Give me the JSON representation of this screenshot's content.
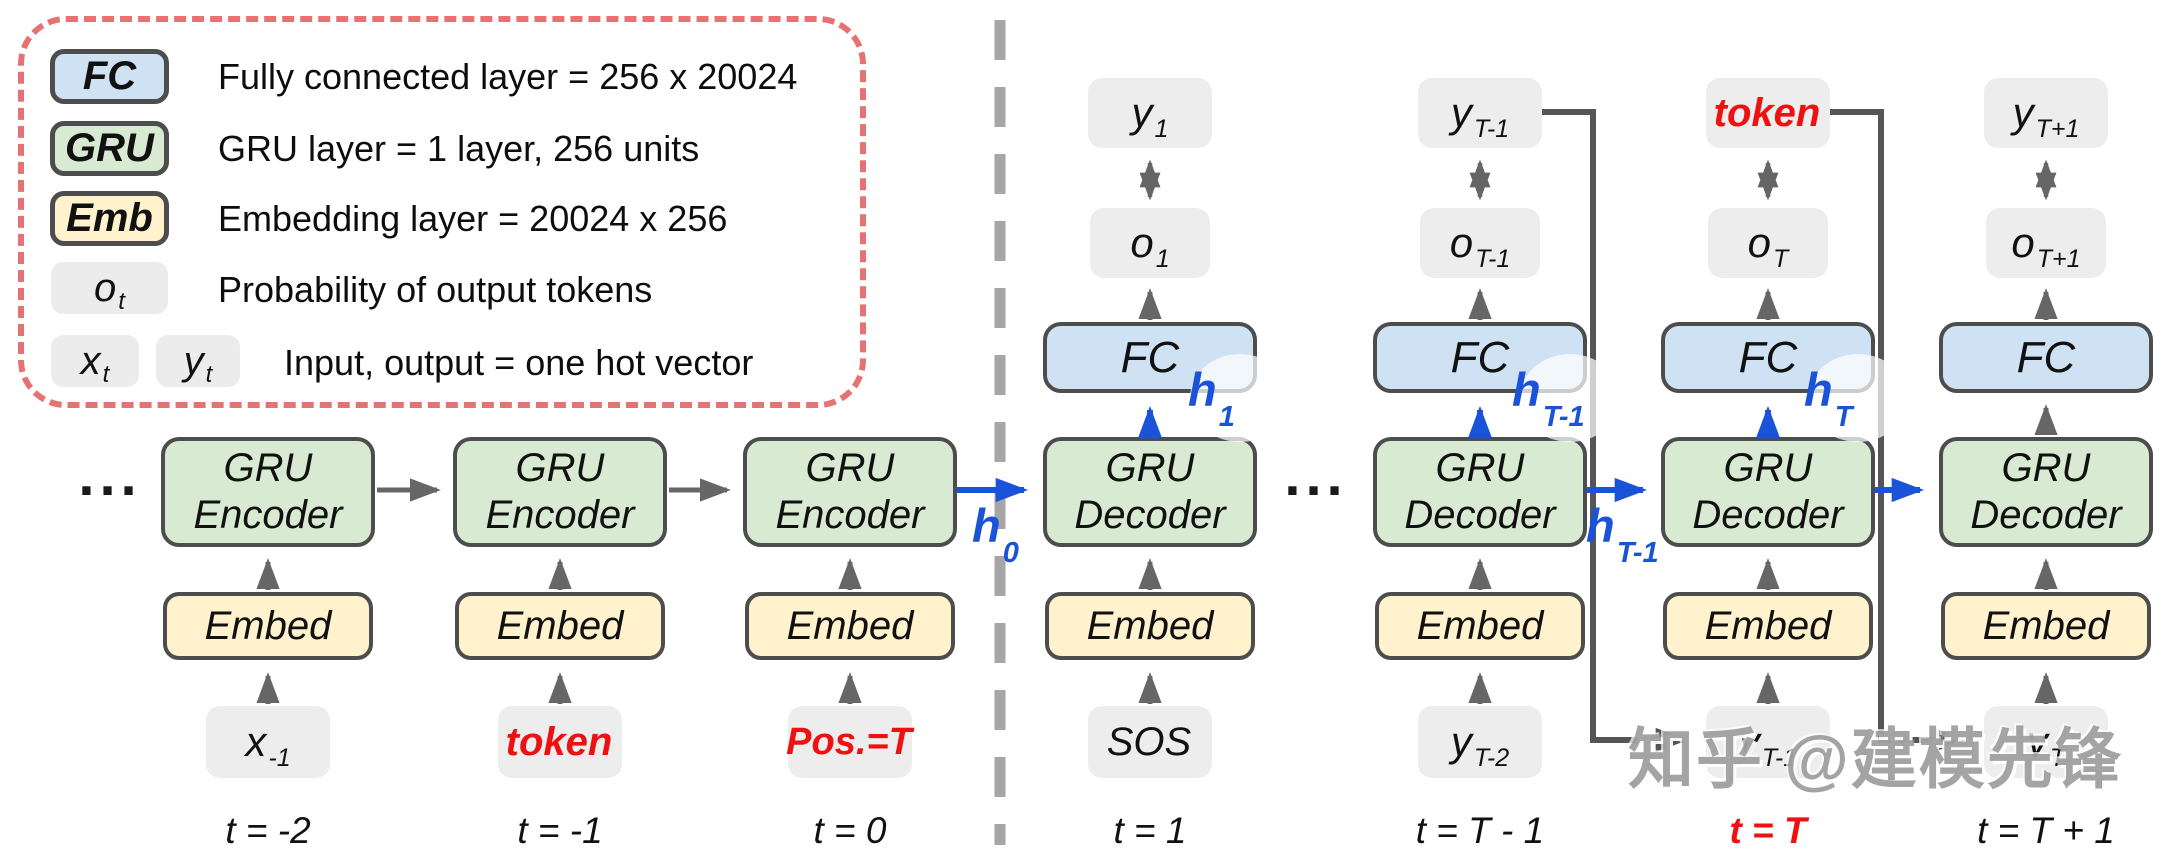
{
  "legend": {
    "rows": [
      {
        "chip": "FC",
        "text": "Fully connected layer = 256 x 20024"
      },
      {
        "chip": "GRU",
        "text": "GRU layer = 1 layer, 256 units"
      },
      {
        "chip": "Emb",
        "text": "Embedding layer = 20024 x 256"
      },
      {
        "chip_main": "o",
        "chip_sub": "t",
        "text": "Probability of output tokens"
      },
      {
        "chip1_main": "x",
        "chip1_sub": "t",
        "chip2_main": "y",
        "chip2_sub": "t",
        "text": "Input, output = one hot vector"
      }
    ]
  },
  "columns": [
    {
      "time": "t = -2",
      "input_main": "x",
      "input_sub": "-1",
      "embed": "Embed",
      "rnn_line1": "GRU",
      "rnn_line2": "Encoder"
    },
    {
      "time": "t = -1",
      "input_main": "token",
      "input_sub": "",
      "embed": "Embed",
      "rnn_line1": "GRU",
      "rnn_line2": "Encoder"
    },
    {
      "time": "t = 0",
      "input_main": "Pos.=T",
      "input_sub": "",
      "embed": "Embed",
      "rnn_line1": "GRU",
      "rnn_line2": "Encoder"
    },
    {
      "time": "t = 1",
      "input_main": "SOS",
      "input_sub": "",
      "embed": "Embed",
      "rnn_line1": "GRU",
      "rnn_line2": "Decoder",
      "fc": "FC",
      "o_main": "o",
      "o_sub": "1",
      "y_main": "y",
      "y_sub": "1",
      "h_main": "h",
      "h_sub": "1"
    },
    {
      "time": "t = T - 1",
      "input_main": "y",
      "input_sub": "T-2",
      "embed": "Embed",
      "rnn_line1": "GRU",
      "rnn_line2": "Decoder",
      "fc": "FC",
      "o_main": "o",
      "o_sub": "T-1",
      "y_main": "y",
      "y_sub": "T-1",
      "h_main": "h",
      "h_sub": "T-1"
    },
    {
      "time": "t = T",
      "input_main": "y",
      "input_sub": "T-1",
      "embed": "Embed",
      "rnn_line1": "GRU",
      "rnn_line2": "Decoder",
      "fc": "FC",
      "o_main": "o",
      "o_sub": "T",
      "y_main": "token",
      "y_sub": "",
      "h_main": "h",
      "h_sub": "T"
    },
    {
      "time": "t = T + 1",
      "input_main": "y",
      "input_sub": "T",
      "embed": "Embed",
      "rnn_line1": "GRU",
      "rnn_line2": "Decoder",
      "fc": "FC",
      "o_main": "o",
      "o_sub": "T+1",
      "y_main": "y",
      "y_sub": "T+1"
    }
  ],
  "connections": {
    "h0_main": "h",
    "h0_sub": "0",
    "h_mid_main": "h",
    "h_mid_sub": "T-1"
  },
  "ellipsis": {
    "encoder": "...",
    "decoder": "..."
  },
  "watermark": {
    "text": "知乎 @建模先锋"
  },
  "colors": {
    "gru_green": "#d9ead3",
    "embed_yellow": "#fff2cc",
    "fc_blue": "#cfe2f3",
    "token_gray": "#ededed",
    "box_stroke": "#4d4d4d",
    "arrow_gray": "#666666",
    "arrow_blue": "#1a53d8",
    "accent_red": "#ee1111",
    "legend_border": "#e57373",
    "divider_gray": "#a6a6a6",
    "watermark_gray": "#949494"
  }
}
